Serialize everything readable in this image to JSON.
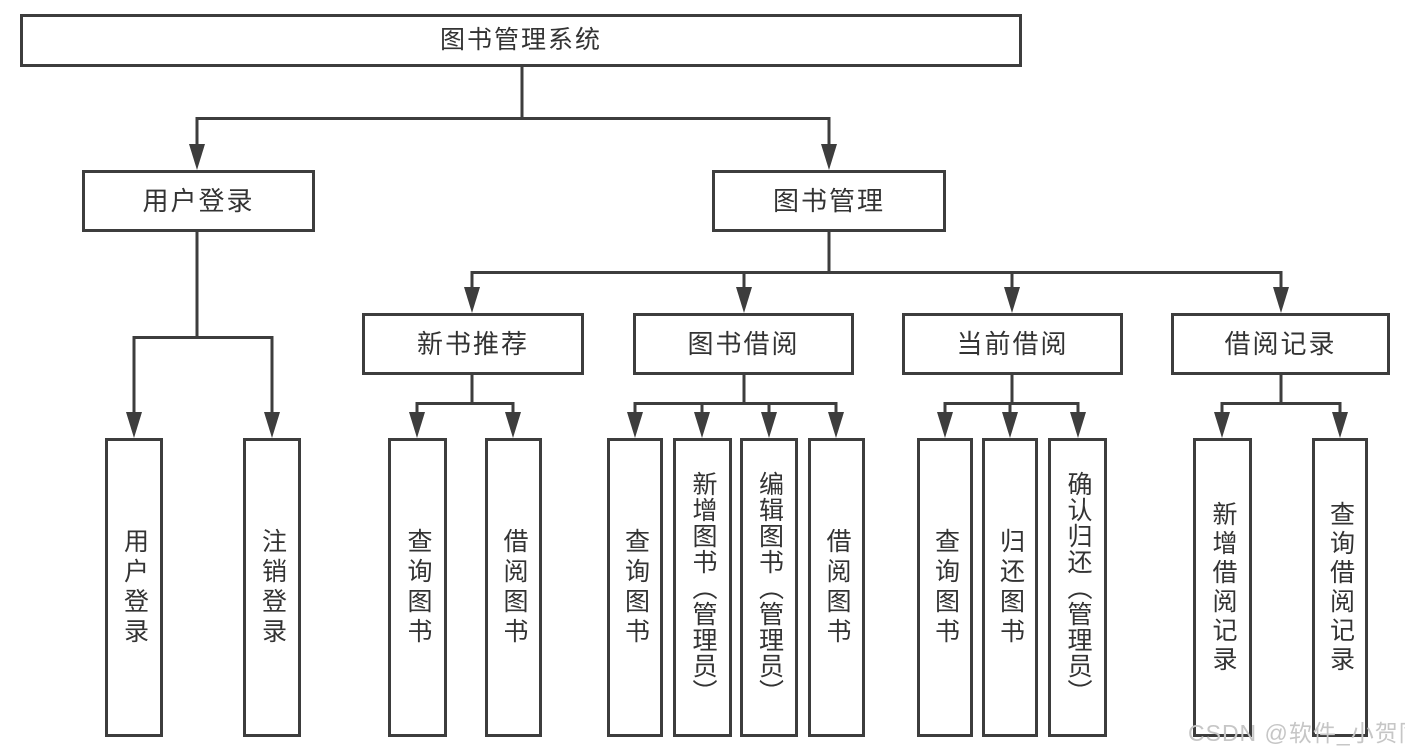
{
  "colors": {
    "line": "#3d3d3d",
    "text": "#333333",
    "watermark": "#c6c6c6",
    "bg": "#ffffff"
  },
  "nodes": {
    "root": "图书管理系统",
    "user_login": "用户登录",
    "book_mgmt": "图书管理",
    "new_book": "新书推荐",
    "book_borrow": "图书借阅",
    "current_borrow": "当前借阅",
    "borrow_record": "借阅记录",
    "leaves": {
      "user_login": [
        "用户登录",
        "注销登录"
      ],
      "new_book": [
        "查询图书",
        "借阅图书"
      ],
      "book_borrow": [
        "查询图书",
        "新增图书（管理员）",
        "编辑图书（管理员）",
        "借阅图书"
      ],
      "current_borrow": [
        "查询图书",
        "归还图书",
        "确认归还（管理员）"
      ],
      "borrow_record": [
        "新增借阅记录",
        "查询借阅记录"
      ]
    }
  },
  "watermark": "CSDN @软件_小贺同学"
}
